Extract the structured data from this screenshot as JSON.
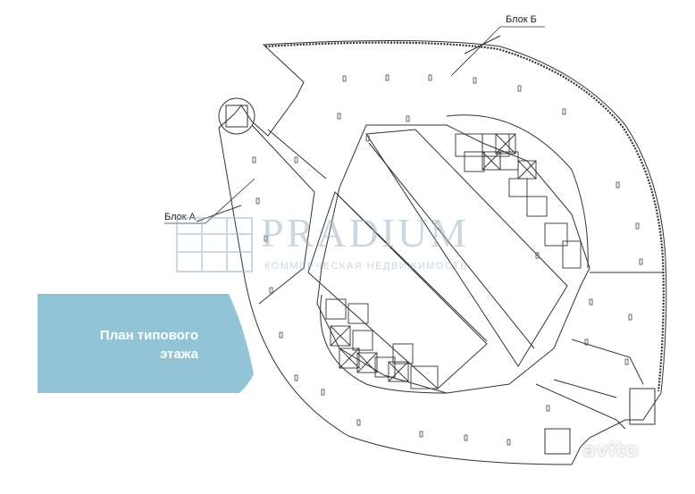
{
  "labels": {
    "block_b": "Блок Б",
    "block_a": "Блок А"
  },
  "watermark": {
    "brand": "PRADIUM",
    "tagline": "КОММЕРЧЕСКАЯ НЕДВИЖИМОСТЬ"
  },
  "banner": {
    "line1": "План типового",
    "line2": "этажа"
  },
  "source_watermark": "avito",
  "colors": {
    "banner": "#93c4d6",
    "lines": "#333333",
    "watermark": "#9fb6c8"
  }
}
